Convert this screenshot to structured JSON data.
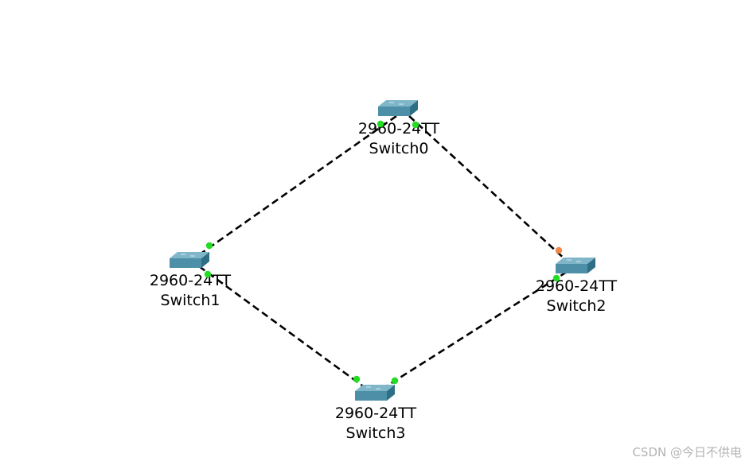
{
  "status_colors": {
    "up": "#22dd22",
    "blocking": "#f0884c"
  },
  "icon_colors": {
    "top": "#7fb6c9",
    "front": "#4d8fa6",
    "side": "#2f6f86"
  },
  "devices": [
    {
      "id": "switch0",
      "model": "2960-24TT",
      "name": "Switch0",
      "icon": "switch-icon"
    },
    {
      "id": "switch1",
      "model": "2960-24TT",
      "name": "Switch1",
      "icon": "switch-icon"
    },
    {
      "id": "switch2",
      "model": "2960-24TT",
      "name": "Switch2",
      "icon": "switch-icon"
    },
    {
      "id": "switch3",
      "model": "2960-24TT",
      "name": "Switch3",
      "icon": "switch-icon"
    }
  ],
  "links": [
    {
      "from": "switch0",
      "to": "switch1",
      "from_status": "up",
      "to_status": "up"
    },
    {
      "from": "switch0",
      "to": "switch2",
      "from_status": "up",
      "to_status": "blocking"
    },
    {
      "from": "switch1",
      "to": "switch3",
      "from_status": "up",
      "to_status": "up"
    },
    {
      "from": "switch2",
      "to": "switch3",
      "from_status": "up",
      "to_status": "up"
    }
  ],
  "watermark": "CSDN @今日不供电"
}
